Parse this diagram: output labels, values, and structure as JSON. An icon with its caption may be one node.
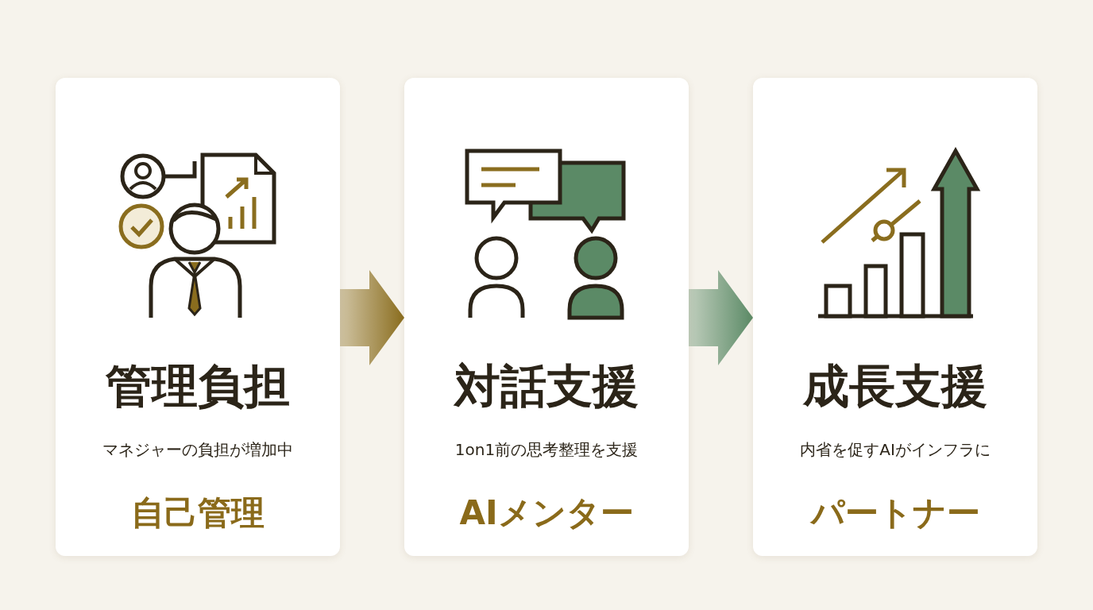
{
  "diagram": {
    "nodes": [
      {
        "text": [
          "管理負担",
          "マネジャーの負担が増加中",
          "自己管理"
        ]
      },
      {
        "text": [
          "対話支援",
          "1on1前の思考整理を支援",
          "AIメンター"
        ]
      },
      {
        "text": [
          "成長支援",
          "内省を促すAIがインフラに",
          "パートナー"
        ]
      }
    ],
    "edges": [
      {
        "from": 0,
        "to": 1,
        "arrow": "to",
        "color": "#8a6d1e"
      },
      {
        "from": 1,
        "to": 2,
        "arrow": "to",
        "color": "#5b8a66"
      }
    ]
  }
}
